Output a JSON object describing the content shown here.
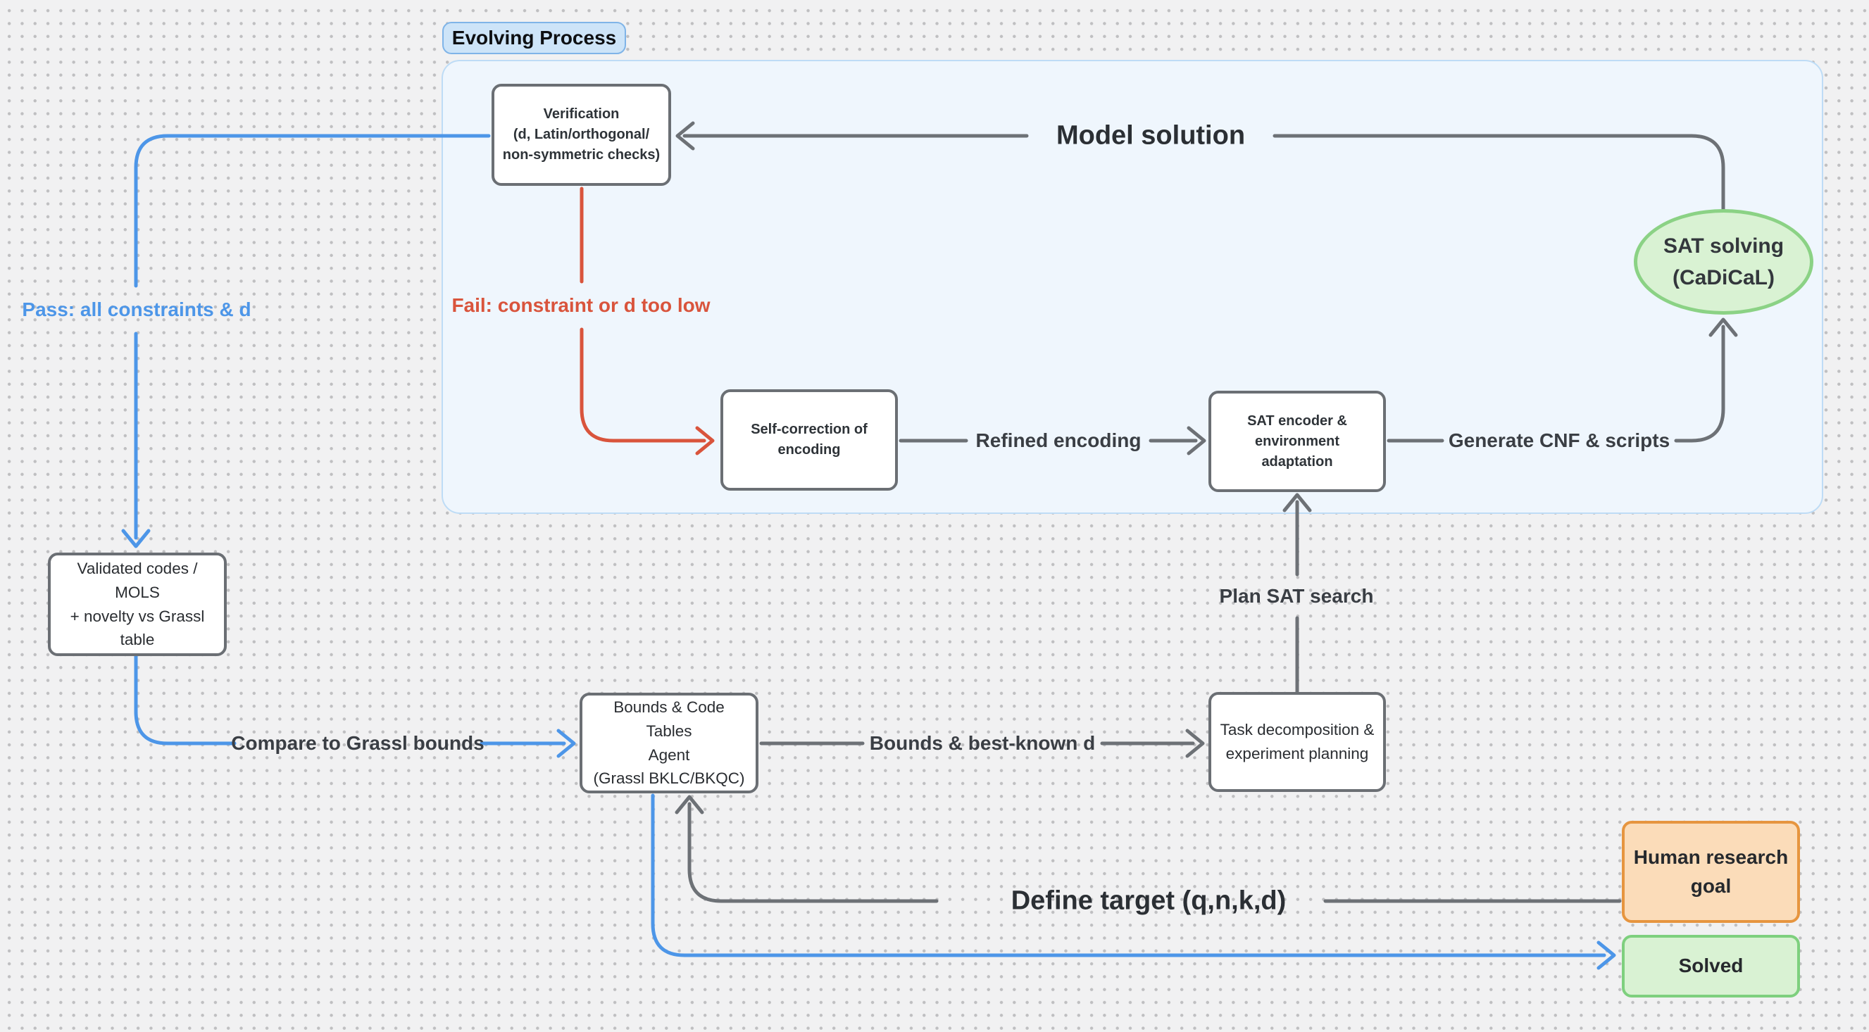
{
  "canvas": {
    "group_label": "Evolving Process"
  },
  "colors": {
    "accent_blue": "#4d96e8",
    "accent_red": "#d9543c",
    "line_gray": "#6d7176",
    "panel_fill": "#eff6fd",
    "panel_border": "#bedcf6",
    "pill_fill": "#cde4f8",
    "pill_border": "#7fb4e8",
    "green_fill": "#d9f2d3",
    "green_border": "#8bd285",
    "orange_fill": "#fbdcb9",
    "orange_border": "#e6953f",
    "box_border": "#6b6f74",
    "text_dark": "#2e3338",
    "bg": "#f1f1f2",
    "dot": "#bfbfc1"
  },
  "nodes": {
    "verification": {
      "label": "Verification\n(d, Latin/orthogonal/\nnon-symmetric checks)"
    },
    "self_correction": {
      "label": "Self-correction of\nencoding"
    },
    "sat_encoder": {
      "label": "SAT encoder &\nenvironment adaptation"
    },
    "sat_solving": {
      "label": "SAT solving\n(CaDiCaL)"
    },
    "validated_codes": {
      "label": "Validated codes / MOLS\n+ novelty vs Grassl table"
    },
    "bounds_agent": {
      "label": "Bounds & Code Tables\nAgent\n(Grassl BKLC/BKQC)"
    },
    "task_decomposition": {
      "label": "Task decomposition &\nexperiment planning"
    },
    "human_goal": {
      "label": "Human research\ngoal"
    },
    "solved": {
      "label": "Solved"
    }
  },
  "edges": {
    "model_solution": {
      "label": "Model solution"
    },
    "pass": {
      "label": "Pass: all constraints & d"
    },
    "fail": {
      "label": "Fail: constraint or d too low"
    },
    "refined_encoding": {
      "label": "Refined encoding"
    },
    "generate_cnf": {
      "label": "Generate CNF & scripts"
    },
    "plan_sat_search": {
      "label": "Plan SAT search"
    },
    "compare_grassl": {
      "label": "Compare to Grassl bounds"
    },
    "bounds_best_known": {
      "label": "Bounds & best-known d"
    },
    "define_target": {
      "label": "Define target (q,n,k,d)"
    }
  }
}
